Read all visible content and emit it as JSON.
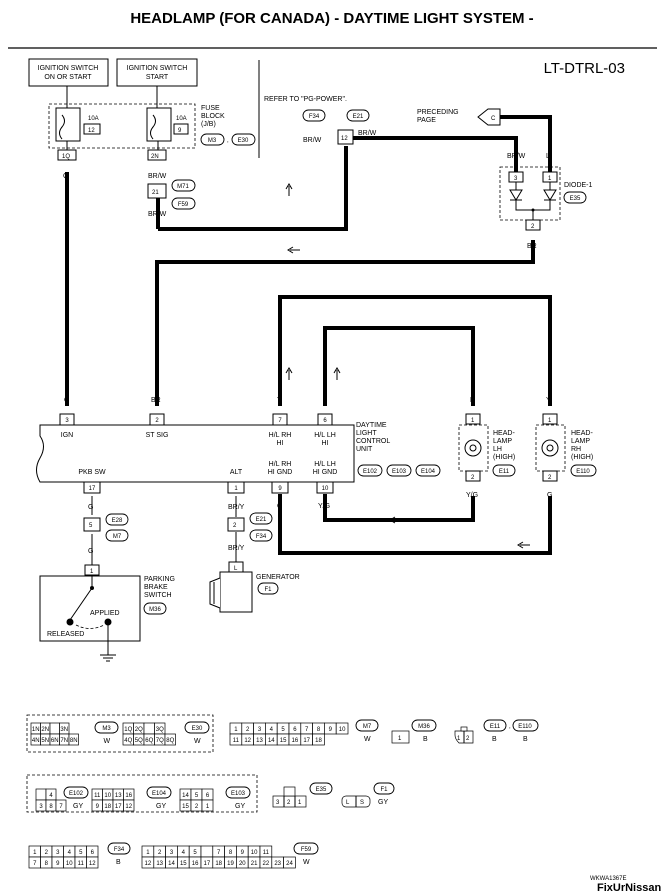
{
  "title": "HEADLAMP (FOR CANADA) - DAYTIME LIGHT SYSTEM -",
  "diagram_code": "LT-DTRL-03",
  "ignition": {
    "on_or_start": [
      "IGNITION SWITCH",
      "ON OR START"
    ],
    "start": [
      "IGNITION SWITCH",
      "START"
    ]
  },
  "fuse_block": {
    "label": [
      "FUSE",
      "BLOCK",
      "(J/B)"
    ],
    "fuse1_amp": "10A",
    "fuse1_no": "12",
    "fuse2_amp": "10A",
    "fuse2_no": "9",
    "conn1": "1Q",
    "conn2": "2N",
    "ref1": "M3",
    "ref2": "E30"
  },
  "refer_power": "REFER TO \"PG-POWER\".",
  "preceding_page": [
    "PRECEDING",
    "PAGE"
  ],
  "preceding_connector": "C",
  "wire_colors": {
    "g": "G",
    "brw": "BR/W",
    "br": "BR",
    "l": "L",
    "y": "Y",
    "yg": "Y/G",
    "bry": "BR/Y"
  },
  "joint": {
    "no": "12",
    "ref1": "F34",
    "ref2": "E21"
  },
  "joint2": {
    "no": "21",
    "ref1": "M71",
    "ref2": "F59"
  },
  "diode": {
    "label": "DIODE-1",
    "ref": "E35",
    "pin_a": "3",
    "pin_b": "1",
    "pin_c": "2"
  },
  "dtrl_unit": {
    "label": [
      "DAYTIME",
      "LIGHT",
      "CONTROL",
      "UNIT"
    ],
    "refs": [
      "E102",
      "E103",
      "E104"
    ],
    "pins_top": [
      {
        "no": "3",
        "name": "IGN"
      },
      {
        "no": "2",
        "name": "ST SIG"
      },
      {
        "no": "7",
        "name": [
          "H/L RH",
          "HI"
        ]
      },
      {
        "no": "6",
        "name": [
          "H/L LH",
          "HI"
        ]
      }
    ],
    "pins_bottom": [
      {
        "no": "17",
        "name": "PKB SW"
      },
      {
        "no": "1",
        "name": "ALT"
      },
      {
        "no": "9",
        "name": [
          "H/L RH",
          "HI GND"
        ]
      },
      {
        "no": "10",
        "name": [
          "H/L LH",
          "HI GND"
        ]
      }
    ]
  },
  "headlamp_lh": {
    "label": [
      "HEAD-",
      "LAMP",
      "LH",
      "(HIGH)"
    ],
    "ref": "E11",
    "pin_top": "1",
    "pin_bottom": "2"
  },
  "headlamp_rh": {
    "label": [
      "HEAD-",
      "LAMP",
      "RH",
      "(HIGH)"
    ],
    "ref": "E110",
    "pin_top": "1",
    "pin_bottom": "2"
  },
  "pkb_connector": {
    "no": "5",
    "ref1": "E28",
    "ref2": "M7"
  },
  "alt_connector": {
    "no": "2",
    "ref1": "E21",
    "ref2": "F34"
  },
  "parking_brake": {
    "label": [
      "PARKING",
      "BRAKE",
      "SWITCH"
    ],
    "ref": "M36",
    "pin": "1",
    "applied": "APPLIED",
    "released": "RELEASED"
  },
  "generator": {
    "label": "GENERATOR",
    "ref": "F1",
    "pin": "L"
  },
  "connector_views": {
    "m3": {
      "cells_top": [
        "1N",
        "2N",
        "",
        "3N"
      ],
      "cells_bottom": [
        "4N",
        "5N",
        "6N",
        "7N",
        "8N"
      ],
      "ref": "M3",
      "color": "W"
    },
    "e30": {
      "cells_top": [
        "1Q",
        "2Q",
        "",
        "3Q"
      ],
      "cells_bottom": [
        "4Q",
        "5Q",
        "6Q",
        "7Q",
        "8Q"
      ],
      "ref": "E30",
      "color": "W"
    },
    "m7": {
      "cells_top": [
        "1",
        "2",
        "3",
        "4",
        "5",
        "6",
        "7",
        "8",
        "9",
        "10"
      ],
      "cells_bottom": [
        "11",
        "12",
        "13",
        "14",
        "15",
        "16",
        "17",
        "18"
      ],
      "ref": "M7",
      "color": "W"
    },
    "m36": {
      "cell": "1",
      "ref": "M36",
      "color": "B"
    },
    "e11": {
      "cells": [
        "1",
        "2"
      ],
      "ref": "E11",
      "color": "B"
    },
    "e110": {
      "ref": "E110",
      "color": "B"
    },
    "e102": {
      "cells_top": [
        "",
        "4"
      ],
      "cells_bottom": [
        "3",
        "8",
        "7"
      ],
      "ref": "E102",
      "color": "GY"
    },
    "e104": {
      "cells_top": [
        "11",
        "10",
        "13",
        "16"
      ],
      "cells_bottom": [
        "9",
        "18",
        "17",
        "12"
      ],
      "ref": "E104",
      "color": "GY"
    },
    "e103": {
      "cells_top": [
        "14",
        "5",
        "6"
      ],
      "cells_bottom": [
        "15",
        "2",
        "1"
      ],
      "ref": "E103",
      "color": "GY"
    },
    "e35": {
      "cells": [
        "3",
        "2",
        "1"
      ],
      "ref": "E35"
    },
    "f1": {
      "cells": [
        "L",
        "S"
      ],
      "ref": "F1",
      "color": "GY"
    },
    "f34": {
      "cells_top": [
        "1",
        "2",
        "3",
        "4",
        "5",
        "6"
      ],
      "cells_bottom": [
        "7",
        "8",
        "9",
        "10",
        "11",
        "12"
      ],
      "ref": "F34",
      "color": "B"
    },
    "f59": {
      "cells_top": [
        "1",
        "2",
        "3",
        "4",
        "5",
        "",
        "7",
        "8",
        "9",
        "10",
        "11"
      ],
      "cells_bottom": [
        "12",
        "13",
        "14",
        "15",
        "16",
        "17",
        "18",
        "19",
        "20",
        "21",
        "22",
        "23",
        "24"
      ],
      "ref": "F59",
      "color": "W"
    }
  },
  "footer_code": "WKWA1367E",
  "watermark": "FixUrNissan"
}
